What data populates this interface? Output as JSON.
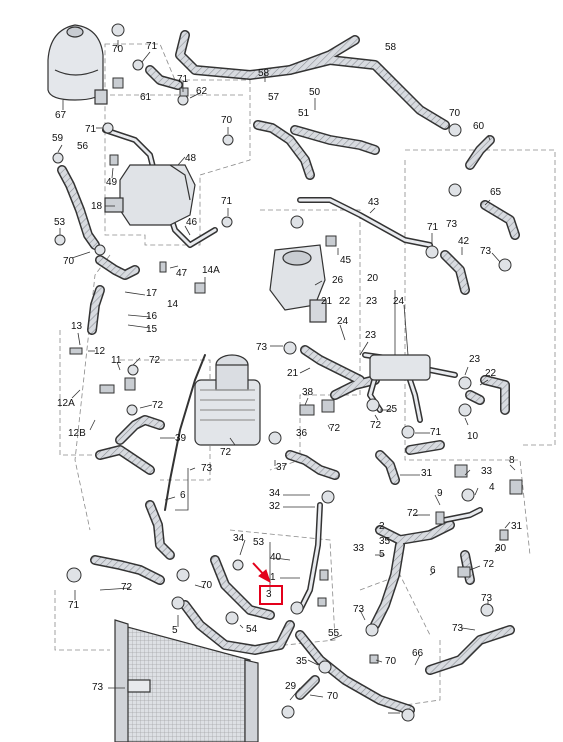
{
  "diagram": {
    "part_labels": [
      {
        "id": "70a",
        "text": "70"
      },
      {
        "id": "71a",
        "text": "71"
      },
      {
        "id": "58a",
        "text": "58"
      },
      {
        "id": "67",
        "text": "67"
      },
      {
        "id": "61",
        "text": "61"
      },
      {
        "id": "71b",
        "text": "71"
      },
      {
        "id": "62",
        "text": "62"
      },
      {
        "id": "58b",
        "text": "58"
      },
      {
        "id": "57",
        "text": "57"
      },
      {
        "id": "50",
        "text": "50"
      },
      {
        "id": "51",
        "text": "51"
      },
      {
        "id": "70b",
        "text": "70"
      },
      {
        "id": "59",
        "text": "59"
      },
      {
        "id": "71c",
        "text": "71"
      },
      {
        "id": "70c",
        "text": "70"
      },
      {
        "id": "60",
        "text": "60"
      },
      {
        "id": "56",
        "text": "56"
      },
      {
        "id": "48",
        "text": "48"
      },
      {
        "id": "49",
        "text": "49"
      },
      {
        "id": "65",
        "text": "65"
      },
      {
        "id": "18",
        "text": "18"
      },
      {
        "id": "71d",
        "text": "71"
      },
      {
        "id": "43",
        "text": "43"
      },
      {
        "id": "53a",
        "text": "53"
      },
      {
        "id": "46",
        "text": "46"
      },
      {
        "id": "73a",
        "text": "73"
      },
      {
        "id": "71e",
        "text": "71"
      },
      {
        "id": "42",
        "text": "42"
      },
      {
        "id": "70d",
        "text": "70"
      },
      {
        "id": "45",
        "text": "45"
      },
      {
        "id": "73b",
        "text": "73"
      },
      {
        "id": "47",
        "text": "47"
      },
      {
        "id": "14A",
        "text": "14A"
      },
      {
        "id": "26",
        "text": "26"
      },
      {
        "id": "20",
        "text": "20"
      },
      {
        "id": "17",
        "text": "17"
      },
      {
        "id": "14",
        "text": "14"
      },
      {
        "id": "16",
        "text": "16"
      },
      {
        "id": "15",
        "text": "15"
      },
      {
        "id": "21a",
        "text": "21"
      },
      {
        "id": "22",
        "text": "22"
      },
      {
        "id": "23a",
        "text": "23"
      },
      {
        "id": "24a",
        "text": "24"
      },
      {
        "id": "13",
        "text": "13"
      },
      {
        "id": "24b",
        "text": "24"
      },
      {
        "id": "23b",
        "text": "23"
      },
      {
        "id": "12",
        "text": "12"
      },
      {
        "id": "73c",
        "text": "73"
      },
      {
        "id": "72a",
        "text": "72"
      },
      {
        "id": "11",
        "text": "11"
      },
      {
        "id": "23c",
        "text": "23"
      },
      {
        "id": "21b",
        "text": "21"
      },
      {
        "id": "22b",
        "text": "22"
      },
      {
        "id": "12A",
        "text": "12A"
      },
      {
        "id": "38",
        "text": "38"
      },
      {
        "id": "72b",
        "text": "72"
      },
      {
        "id": "25",
        "text": "25"
      },
      {
        "id": "12B",
        "text": "12B"
      },
      {
        "id": "72c",
        "text": "72"
      },
      {
        "id": "72d",
        "text": "72"
      },
      {
        "id": "71f",
        "text": "71"
      },
      {
        "id": "10",
        "text": "10"
      },
      {
        "id": "39",
        "text": "39"
      },
      {
        "id": "72e",
        "text": "72"
      },
      {
        "id": "36",
        "text": "36"
      },
      {
        "id": "8",
        "text": "8"
      },
      {
        "id": "73d",
        "text": "73"
      },
      {
        "id": "37",
        "text": "37"
      },
      {
        "id": "31",
        "text": "31"
      },
      {
        "id": "33a",
        "text": "33"
      },
      {
        "id": "4",
        "text": "4"
      },
      {
        "id": "34a",
        "text": "34"
      },
      {
        "id": "9",
        "text": "9"
      },
      {
        "id": "6a",
        "text": "6"
      },
      {
        "id": "32",
        "text": "32"
      },
      {
        "id": "72f",
        "text": "72"
      },
      {
        "id": "31b",
        "text": "31"
      },
      {
        "id": "2",
        "text": "2"
      },
      {
        "id": "53b",
        "text": "53"
      },
      {
        "id": "34b",
        "text": "34"
      },
      {
        "id": "35a",
        "text": "35"
      },
      {
        "id": "30",
        "text": "30"
      },
      {
        "id": "33b",
        "text": "33"
      },
      {
        "id": "5a",
        "text": "5"
      },
      {
        "id": "40",
        "text": "40"
      },
      {
        "id": "72g",
        "text": "72"
      },
      {
        "id": "6b",
        "text": "6"
      },
      {
        "id": "1",
        "text": "1"
      },
      {
        "id": "72h",
        "text": "72"
      },
      {
        "id": "70e",
        "text": "70"
      },
      {
        "id": "73e",
        "text": "73"
      },
      {
        "id": "71g",
        "text": "71"
      },
      {
        "id": "73f",
        "text": "73"
      },
      {
        "id": "5b",
        "text": "5"
      },
      {
        "id": "54",
        "text": "54"
      },
      {
        "id": "55",
        "text": "55"
      },
      {
        "id": "73g",
        "text": "73"
      },
      {
        "id": "35b",
        "text": "35"
      },
      {
        "id": "70f",
        "text": "70"
      },
      {
        "id": "66",
        "text": "66"
      },
      {
        "id": "73h",
        "text": "73"
      },
      {
        "id": "29",
        "text": "29"
      },
      {
        "id": "70g",
        "text": "70"
      }
    ],
    "highlighted_label": "3",
    "colors": {
      "highlight": "#e3001b",
      "arrow": "#e3001b",
      "line": "#333333",
      "dash": "#777777",
      "fill": "#e6e8eb"
    }
  }
}
